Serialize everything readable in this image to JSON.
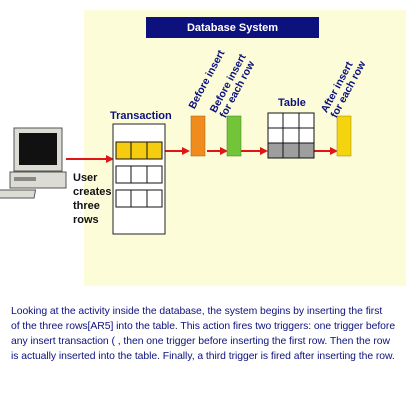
{
  "diagram": {
    "title": "Database System",
    "transaction_label": "Transaction",
    "table_label": "Table",
    "triggers": [
      {
        "lines": [
          "Before insert"
        ],
        "color": "#f08c1e"
      },
      {
        "lines": [
          "Before insert",
          "for each row"
        ],
        "color": "#74c43a"
      },
      {
        "lines": [
          "After insert",
          "for each row"
        ],
        "color": "#f4d40e"
      }
    ],
    "user_text_lines": [
      "User",
      "creates",
      "three",
      "rows"
    ],
    "colors": {
      "panel": "#fcfdd8",
      "title_bar": "#0d117d",
      "arrow": "#e01616",
      "highlight_row": "#f6cc10",
      "inserted_row": "#9e9e9e"
    }
  },
  "caption": {
    "lines": [
      "Looking at the activity inside the database, the system begins by inserting the first",
      "of the three rows[AR5] into the table. This action fires two triggers: one trigger before",
      "any insert transaction ( , then one trigger before inserting the first row. Then the row",
      "is actually inserted into the table. Finally, a third trigger is fired after inserting the row."
    ]
  }
}
